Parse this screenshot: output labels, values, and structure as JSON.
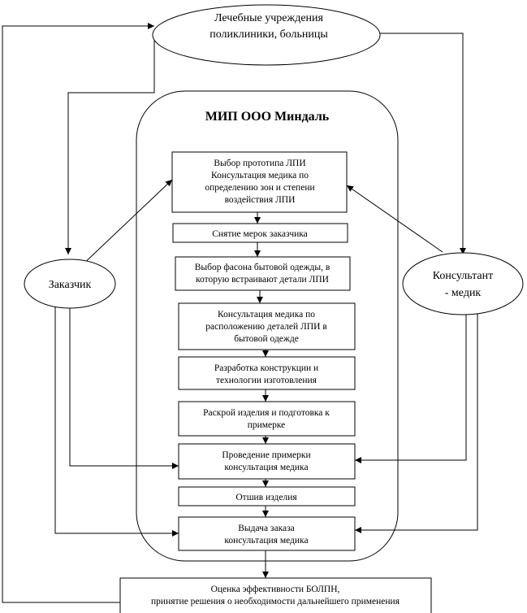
{
  "title": "МИП ООО Миндаль",
  "nodes": {
    "lpu": {
      "lines": [
        "Лечебные учреждения",
        "поликлиники, больницы"
      ]
    },
    "customer": {
      "lines": [
        "Заказчик"
      ]
    },
    "consultant": {
      "lines": [
        "Консультант",
        "- медик"
      ]
    },
    "step1": {
      "lines": [
        "Выбор прототипа ЛПИ",
        "Консультация медика по",
        "определению зон и степени",
        "воздействия ЛПИ"
      ]
    },
    "step2": {
      "lines": [
        "Снятие мерок заказчика"
      ]
    },
    "step3": {
      "lines": [
        "Выбор фасона бытовой одежды, в",
        "которую встраивают детали ЛПИ"
      ]
    },
    "step4": {
      "lines": [
        "Консультация медика по",
        "расположению деталей ЛПИ в",
        "бытовой одежде"
      ]
    },
    "step5": {
      "lines": [
        "Разработка конструкции и",
        "технологии изготовления"
      ]
    },
    "step6": {
      "lines": [
        "Раскрой изделия и подготовка к",
        "примерке"
      ]
    },
    "step7": {
      "lines": [
        "Проведение примерки",
        "консультация медика"
      ]
    },
    "step8": {
      "lines": [
        "Отшив изделия"
      ]
    },
    "step9": {
      "lines": [
        "Выдача заказа",
        "консультация медика"
      ]
    },
    "step10": {
      "lines": [
        "Оценка эффективности БОЛПН,",
        "принятие решения о необходимости дальнейшего применения"
      ]
    }
  }
}
